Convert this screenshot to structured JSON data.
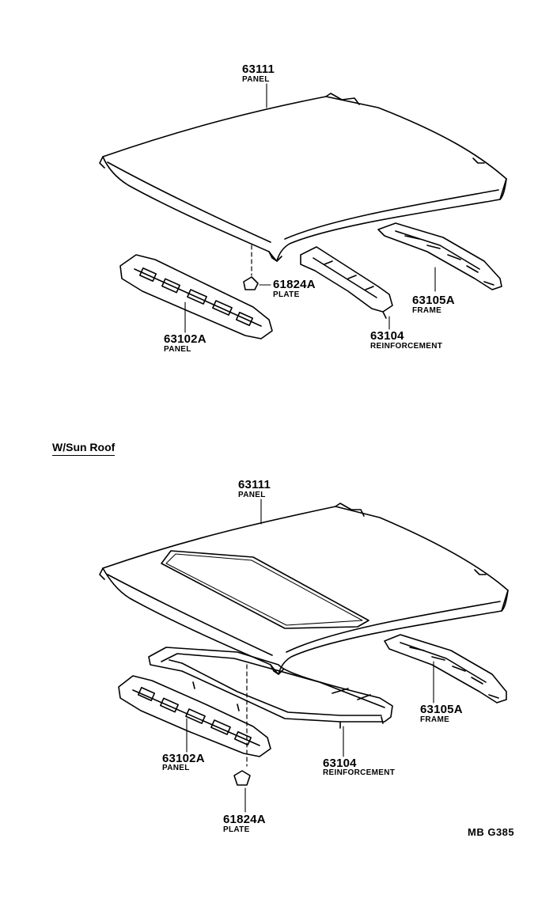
{
  "top": {
    "roof_panel": {
      "number": "63111",
      "name": "PANEL"
    },
    "plate": {
      "number": "61824A",
      "name": "PLATE"
    },
    "front_panel": {
      "number": "63102A",
      "name": "PANEL"
    },
    "reinforcement": {
      "number": "63104",
      "name": "REINFORCEMENT"
    },
    "frame": {
      "number": "63105A",
      "name": "FRAME"
    }
  },
  "sunroof_section": {
    "title": "W/Sun Roof",
    "roof_panel": {
      "number": "63111",
      "name": "PANEL"
    },
    "frame": {
      "number": "63105A",
      "name": "FRAME"
    },
    "front_panel": {
      "number": "63102A",
      "name": "PANEL"
    },
    "reinforcement": {
      "number": "63104",
      "name": "REINFORCEMENT"
    },
    "plate": {
      "number": "61824A",
      "name": "PLATE"
    }
  },
  "figure_code": "MB  G385"
}
